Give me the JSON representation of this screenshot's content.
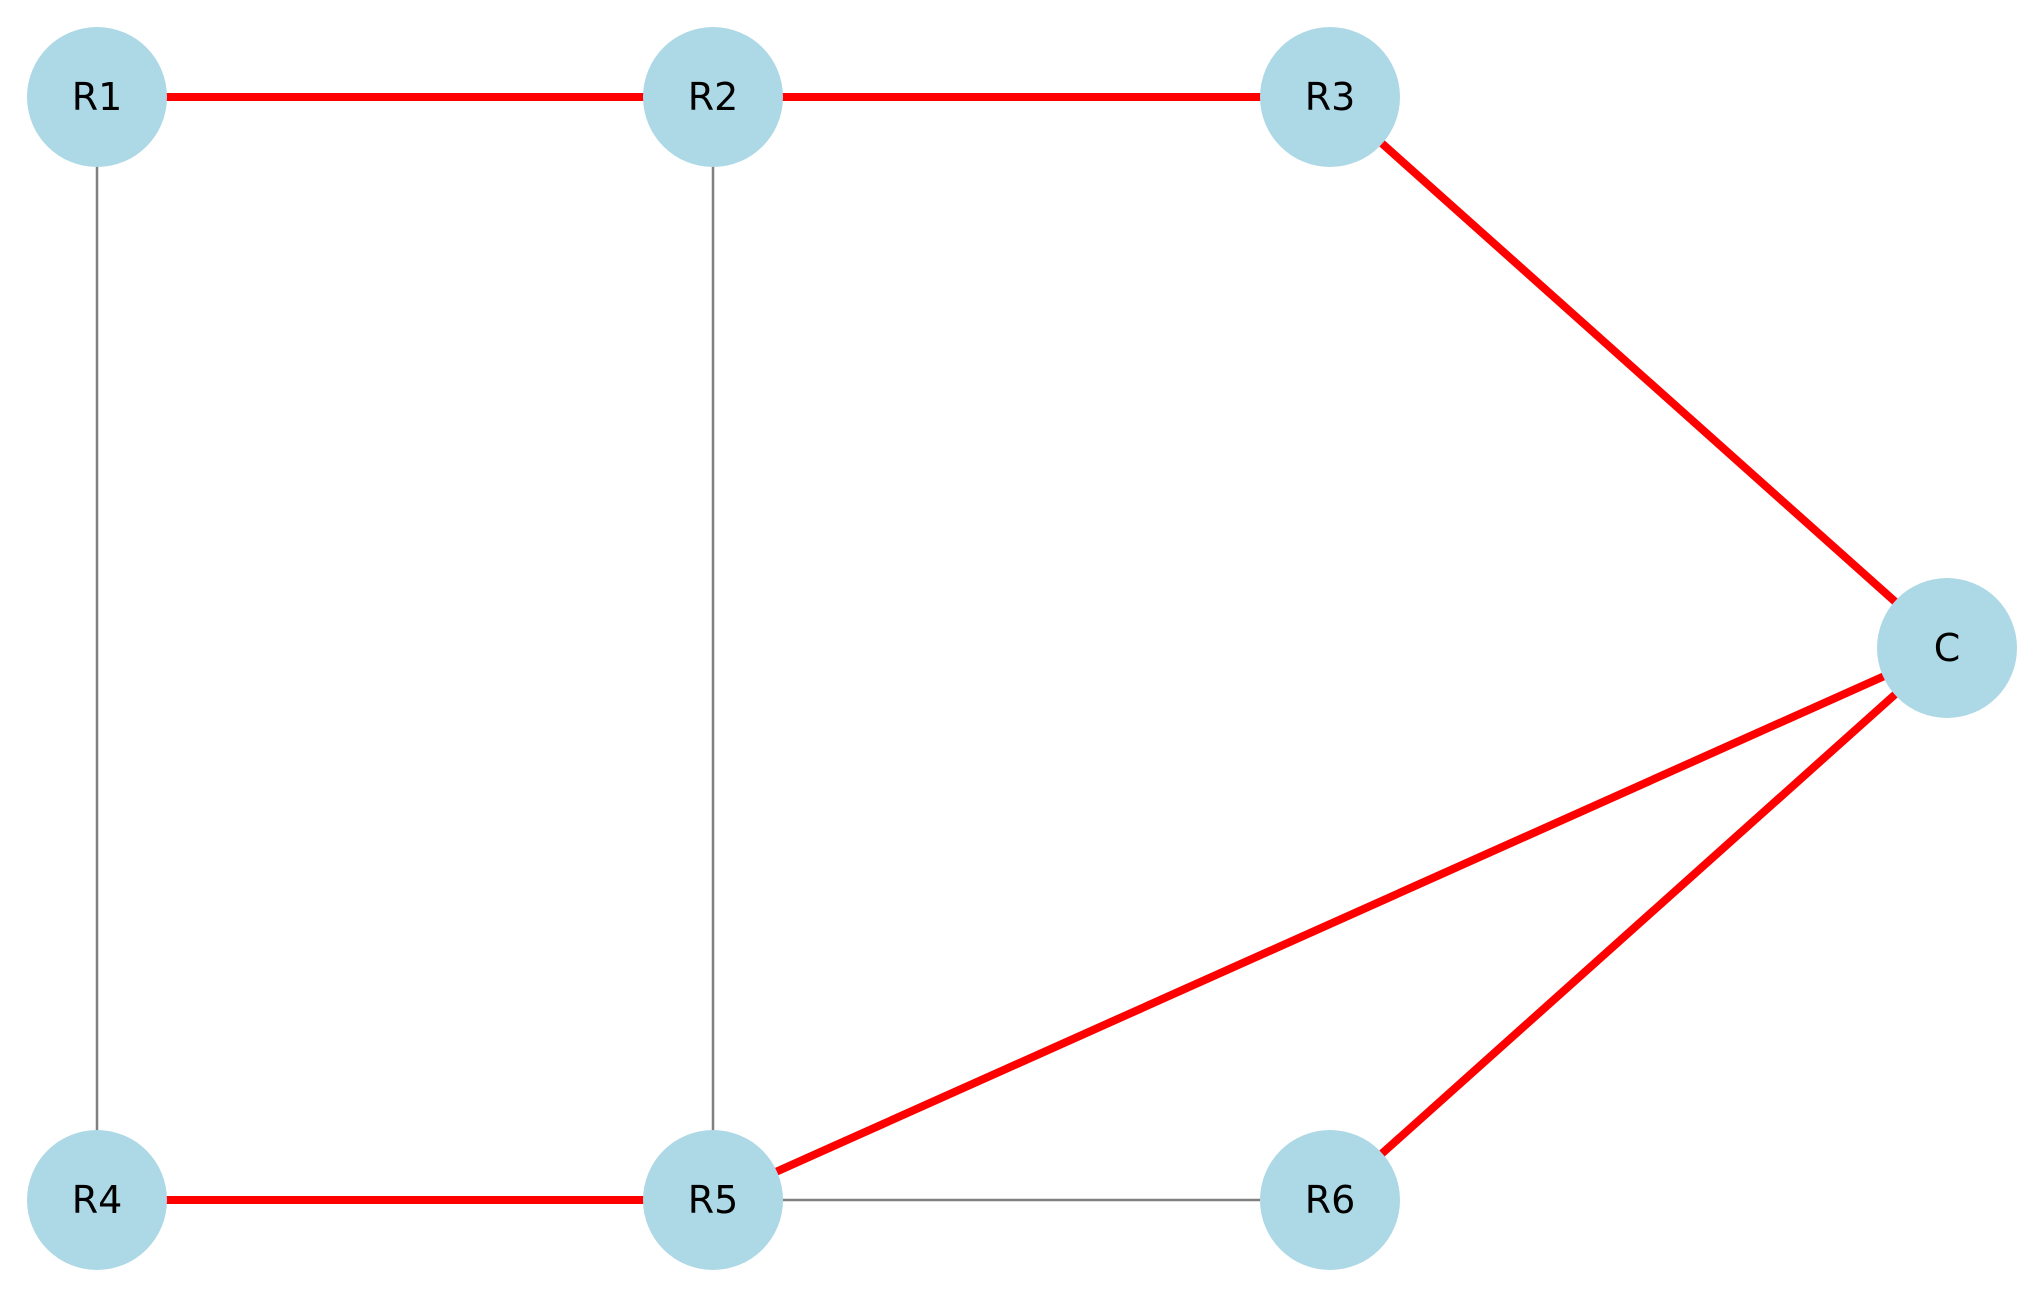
{
  "diagram": {
    "type": "network-graph",
    "node_color": "#add8e6",
    "highlight_color": "#ff0000",
    "normal_color": "#808080",
    "nodes": [
      {
        "id": "R1",
        "label": "R1"
      },
      {
        "id": "R2",
        "label": "R2"
      },
      {
        "id": "R3",
        "label": "R3"
      },
      {
        "id": "R4",
        "label": "R4"
      },
      {
        "id": "R5",
        "label": "R5"
      },
      {
        "id": "R6",
        "label": "R6"
      },
      {
        "id": "C",
        "label": "C"
      }
    ],
    "edges": [
      {
        "from": "R1",
        "to": "R2",
        "highlighted": true
      },
      {
        "from": "R2",
        "to": "R3",
        "highlighted": true
      },
      {
        "from": "R3",
        "to": "C",
        "highlighted": true
      },
      {
        "from": "R4",
        "to": "R5",
        "highlighted": true
      },
      {
        "from": "R5",
        "to": "C",
        "highlighted": true
      },
      {
        "from": "R6",
        "to": "C",
        "highlighted": true
      },
      {
        "from": "R1",
        "to": "R4",
        "highlighted": false
      },
      {
        "from": "R2",
        "to": "R5",
        "highlighted": false
      },
      {
        "from": "R5",
        "to": "R6",
        "highlighted": false
      }
    ]
  }
}
